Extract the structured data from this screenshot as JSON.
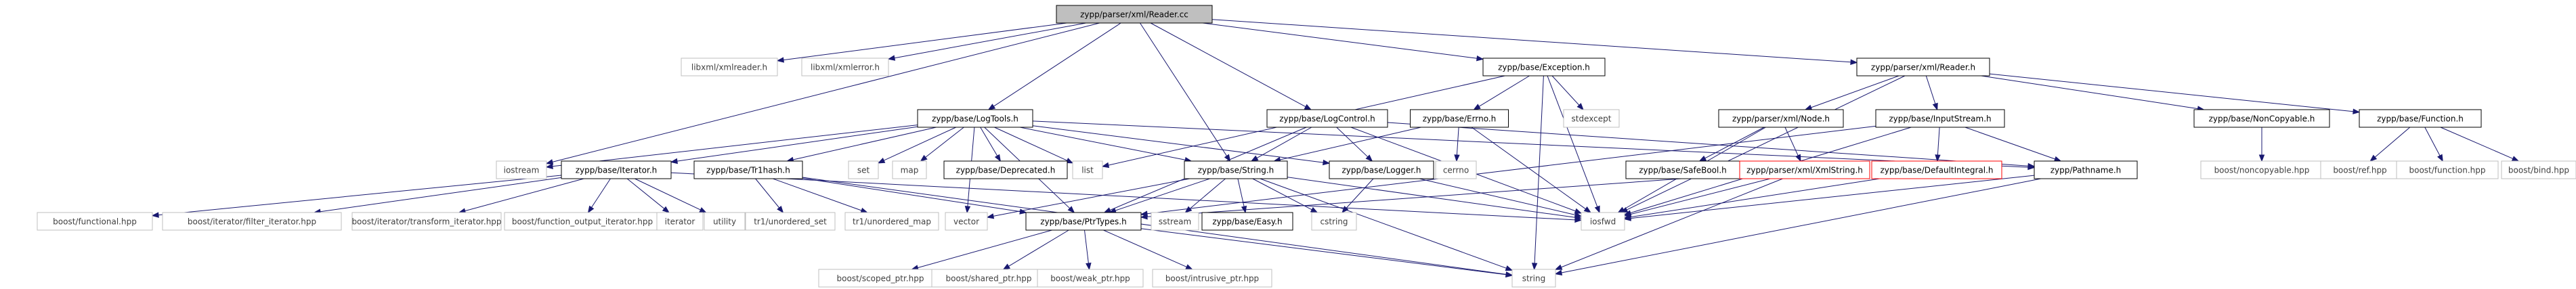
{
  "diagram": {
    "type": "include-dependency-graph",
    "colors": {
      "edge": "#191970",
      "root_fill": "#bfbfbf",
      "external_border": "#bfbfbf",
      "highlight_border": "#ff0000"
    },
    "nodes": [
      {
        "id": "reader_cc",
        "label": "zypp/parser/xml/Reader.cc",
        "kind": "root"
      },
      {
        "id": "xmlreader_h",
        "label": "libxml/xmlreader.h",
        "kind": "external"
      },
      {
        "id": "xmlerror_h",
        "label": "libxml/xmlerror.h",
        "kind": "external"
      },
      {
        "id": "logtools_h",
        "label": "zypp/base/LogTools.h",
        "kind": "internal"
      },
      {
        "id": "logcontrol_h",
        "label": "zypp/base/LogControl.h",
        "kind": "internal"
      },
      {
        "id": "exception_h",
        "label": "zypp/base/Exception.h",
        "kind": "internal"
      },
      {
        "id": "reader_h",
        "label": "zypp/parser/xml/Reader.h",
        "kind": "internal"
      },
      {
        "id": "errno_h",
        "label": "zypp/base/Errno.h",
        "kind": "internal"
      },
      {
        "id": "stdexcept",
        "label": "stdexcept",
        "kind": "external"
      },
      {
        "id": "node_h",
        "label": "zypp/parser/xml/Node.h",
        "kind": "internal"
      },
      {
        "id": "inputstream_h",
        "label": "zypp/base/InputStream.h",
        "kind": "internal"
      },
      {
        "id": "noncopyable_h",
        "label": "zypp/base/NonCopyable.h",
        "kind": "internal"
      },
      {
        "id": "function_h",
        "label": "zypp/base/Function.h",
        "kind": "internal"
      },
      {
        "id": "iostream",
        "label": "iostream",
        "kind": "external"
      },
      {
        "id": "iterator_h",
        "label": "zypp/base/Iterator.h",
        "kind": "internal"
      },
      {
        "id": "tr1hash_h",
        "label": "zypp/base/Tr1hash.h",
        "kind": "internal"
      },
      {
        "id": "set",
        "label": "set",
        "kind": "external"
      },
      {
        "id": "map",
        "label": "map",
        "kind": "external"
      },
      {
        "id": "deprecated_h",
        "label": "zypp/base/Deprecated.h",
        "kind": "internal"
      },
      {
        "id": "list",
        "label": "list",
        "kind": "external"
      },
      {
        "id": "string_h",
        "label": "zypp/base/String.h",
        "kind": "internal"
      },
      {
        "id": "logger_h",
        "label": "zypp/base/Logger.h",
        "kind": "internal"
      },
      {
        "id": "cerrno",
        "label": "cerrno",
        "kind": "external"
      },
      {
        "id": "safebool_h",
        "label": "zypp/base/SafeBool.h",
        "kind": "internal"
      },
      {
        "id": "xmlstring_h",
        "label": "zypp/parser/xml/XmlString.h",
        "kind": "highlight"
      },
      {
        "id": "defaultintegral_h",
        "label": "zypp/base/DefaultIntegral.h",
        "kind": "highlight"
      },
      {
        "id": "pathname_h",
        "label": "zypp/Pathname.h",
        "kind": "internal"
      },
      {
        "id": "boost_noncopyable",
        "label": "boost/noncopyable.hpp",
        "kind": "external"
      },
      {
        "id": "boost_ref",
        "label": "boost/ref.hpp",
        "kind": "external"
      },
      {
        "id": "boost_function",
        "label": "boost/function.hpp",
        "kind": "external"
      },
      {
        "id": "boost_bind",
        "label": "boost/bind.hpp",
        "kind": "external"
      },
      {
        "id": "boost_functional",
        "label": "boost/functional.hpp",
        "kind": "external"
      },
      {
        "id": "boost_filter_iterator",
        "label": "boost/iterator/filter_iterator.hpp",
        "kind": "external"
      },
      {
        "id": "boost_transform_iterator",
        "label": "boost/iterator/transform_iterator.hpp",
        "kind": "external"
      },
      {
        "id": "boost_function_output_iterator",
        "label": "boost/function_output_iterator.hpp",
        "kind": "external"
      },
      {
        "id": "iterator",
        "label": "iterator",
        "kind": "external"
      },
      {
        "id": "utility",
        "label": "utility",
        "kind": "external"
      },
      {
        "id": "tr1_unordered_set",
        "label": "tr1/unordered_set",
        "kind": "external"
      },
      {
        "id": "tr1_unordered_map",
        "label": "tr1/unordered_map",
        "kind": "external"
      },
      {
        "id": "vector",
        "label": "vector",
        "kind": "external"
      },
      {
        "id": "ptrtypes_h",
        "label": "zypp/base/PtrTypes.h",
        "kind": "internal"
      },
      {
        "id": "sstream",
        "label": "sstream",
        "kind": "external"
      },
      {
        "id": "easy_h",
        "label": "zypp/base/Easy.h",
        "kind": "internal"
      },
      {
        "id": "cstring",
        "label": "cstring",
        "kind": "external"
      },
      {
        "id": "iosfwd",
        "label": "iosfwd",
        "kind": "external"
      },
      {
        "id": "string",
        "label": "string",
        "kind": "external"
      },
      {
        "id": "boost_scoped_ptr",
        "label": "boost/scoped_ptr.hpp",
        "kind": "external"
      },
      {
        "id": "boost_shared_ptr",
        "label": "boost/shared_ptr.hpp",
        "kind": "external"
      },
      {
        "id": "boost_weak_ptr",
        "label": "boost/weak_ptr.hpp",
        "kind": "external"
      },
      {
        "id": "boost_intrusive_ptr",
        "label": "boost/intrusive_ptr.hpp",
        "kind": "external"
      }
    ],
    "edges": [
      [
        "reader_cc",
        "xmlreader_h"
      ],
      [
        "reader_cc",
        "xmlerror_h"
      ],
      [
        "reader_cc",
        "logtools_h"
      ],
      [
        "reader_cc",
        "logcontrol_h"
      ],
      [
        "reader_cc",
        "exception_h"
      ],
      [
        "reader_cc",
        "reader_h"
      ],
      [
        "reader_cc",
        "iostream"
      ],
      [
        "reader_cc",
        "string_h"
      ],
      [
        "exception_h",
        "list"
      ],
      [
        "exception_h",
        "errno_h"
      ],
      [
        "exception_h",
        "stdexcept"
      ],
      [
        "exception_h",
        "iosfwd"
      ],
      [
        "exception_h",
        "string"
      ],
      [
        "reader_h",
        "node_h"
      ],
      [
        "reader_h",
        "inputstream_h"
      ],
      [
        "reader_h",
        "noncopyable_h"
      ],
      [
        "reader_h",
        "function_h"
      ],
      [
        "reader_h",
        "iosfwd"
      ],
      [
        "logtools_h",
        "iostream"
      ],
      [
        "logtools_h",
        "iterator_h"
      ],
      [
        "logtools_h",
        "tr1hash_h"
      ],
      [
        "logtools_h",
        "set"
      ],
      [
        "logtools_h",
        "map"
      ],
      [
        "logtools_h",
        "deprecated_h"
      ],
      [
        "logtools_h",
        "list"
      ],
      [
        "logtools_h",
        "string_h"
      ],
      [
        "logtools_h",
        "vector"
      ],
      [
        "logtools_h",
        "ptrtypes_h"
      ],
      [
        "logtools_h",
        "logger_h"
      ],
      [
        "logtools_h",
        "pathname_h"
      ],
      [
        "logcontrol_h",
        "string_h"
      ],
      [
        "logcontrol_h",
        "logger_h"
      ],
      [
        "logcontrol_h",
        "ptrtypes_h"
      ],
      [
        "logcontrol_h",
        "pathname_h"
      ],
      [
        "logcontrol_h",
        "iosfwd"
      ],
      [
        "errno_h",
        "cerrno"
      ],
      [
        "errno_h",
        "iosfwd"
      ],
      [
        "errno_h",
        "string_h"
      ],
      [
        "node_h",
        "safebool_h"
      ],
      [
        "node_h",
        "xmlstring_h"
      ],
      [
        "node_h",
        "iosfwd"
      ],
      [
        "inputstream_h",
        "defaultintegral_h"
      ],
      [
        "inputstream_h",
        "pathname_h"
      ],
      [
        "inputstream_h",
        "ptrtypes_h"
      ],
      [
        "inputstream_h",
        "iosfwd"
      ],
      [
        "noncopyable_h",
        "boost_noncopyable"
      ],
      [
        "function_h",
        "boost_ref"
      ],
      [
        "function_h",
        "boost_function"
      ],
      [
        "function_h",
        "boost_bind"
      ],
      [
        "iterator_h",
        "boost_functional"
      ],
      [
        "iterator_h",
        "boost_filter_iterator"
      ],
      [
        "iterator_h",
        "boost_transform_iterator"
      ],
      [
        "iterator_h",
        "boost_function_output_iterator"
      ],
      [
        "iterator_h",
        "iterator"
      ],
      [
        "iterator_h",
        "utility"
      ],
      [
        "iterator_h",
        "iosfwd"
      ],
      [
        "tr1hash_h",
        "tr1_unordered_set"
      ],
      [
        "tr1hash_h",
        "tr1_unordered_map"
      ],
      [
        "tr1hash_h",
        "string"
      ],
      [
        "tr1hash_h",
        "ptrtypes_h"
      ],
      [
        "string_h",
        "vector"
      ],
      [
        "string_h",
        "ptrtypes_h"
      ],
      [
        "string_h",
        "sstream"
      ],
      [
        "string_h",
        "easy_h"
      ],
      [
        "string_h",
        "cstring"
      ],
      [
        "string_h",
        "iosfwd"
      ],
      [
        "string_h",
        "string"
      ],
      [
        "logger_h",
        "cstring"
      ],
      [
        "logger_h",
        "iosfwd"
      ],
      [
        "xmlstring_h",
        "ptrtypes_h"
      ],
      [
        "xmlstring_h",
        "iosfwd"
      ],
      [
        "xmlstring_h",
        "string"
      ],
      [
        "defaultintegral_h",
        "iosfwd"
      ],
      [
        "pathname_h",
        "string"
      ],
      [
        "pathname_h",
        "iosfwd"
      ],
      [
        "ptrtypes_h",
        "boost_scoped_ptr"
      ],
      [
        "ptrtypes_h",
        "boost_shared_ptr"
      ],
      [
        "ptrtypes_h",
        "boost_weak_ptr"
      ],
      [
        "ptrtypes_h",
        "boost_intrusive_ptr"
      ],
      [
        "ptrtypes_h",
        "string"
      ]
    ]
  }
}
